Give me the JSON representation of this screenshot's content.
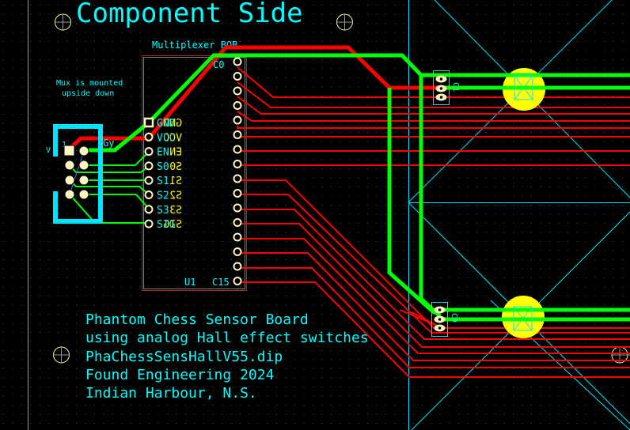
{
  "view": {
    "title": "Component Side",
    "background_color": "#000000",
    "layer_colors": {
      "bottom_copper": "#ff0000",
      "top_copper": "#00ff00",
      "silkscreen": "#00ffff",
      "pads": "#fff5c0",
      "hall_sensor": "#ffff00",
      "board_outline": "#9a9a9a",
      "ratsnest": "#6060ff",
      "grid_dots": "#555555"
    }
  },
  "module": {
    "label": "Multiplexer BOB",
    "ref": "U1",
    "top_pin_label": "C0",
    "bottom_pin_label": "C15",
    "left_pins": [
      {
        "name": "GND",
        "mirror": "GND"
      },
      {
        "name": "VCC",
        "mirror": "VCC"
      },
      {
        "name": "EN",
        "mirror": "EN"
      },
      {
        "name": "S0",
        "mirror": "S0"
      },
      {
        "name": "S1",
        "mirror": "S1"
      },
      {
        "name": "S2",
        "mirror": "S2"
      },
      {
        "name": "S3",
        "mirror": "S3"
      },
      {
        "name": "SIG",
        "mirror": "SIG"
      }
    ],
    "right_pin_count": 16
  },
  "notes": {
    "mux_note_line1": "Mux is mounted",
    "mux_note_line2": "upside down"
  },
  "connector": {
    "pin1_marker": "1",
    "side_label": "V",
    "wire_label": "Gy"
  },
  "sensors": [
    {
      "ref": "C1",
      "pins": 3
    },
    {
      "ref": "C9",
      "pins": 3
    }
  ],
  "info_block": [
    "Phantom Chess Sensor Board",
    "using analog Hall effect switches",
    "PhaChessSensHallV55.dip",
    "Found Engineering 2024",
    "Indian Harbour, N.S."
  ]
}
